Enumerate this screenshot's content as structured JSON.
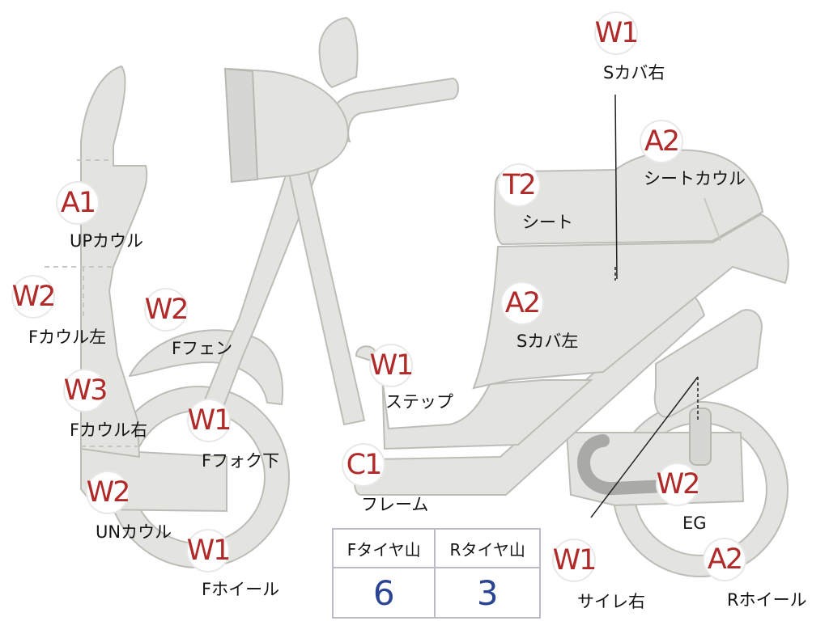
{
  "colors": {
    "grade": "#b02a2a",
    "tread_value": "#2b4393",
    "part_fill": "#e3e3df"
  },
  "parts": [
    {
      "grade": "A1",
      "name": "UPカウル"
    },
    {
      "grade": "W2",
      "name": "Fカウル左"
    },
    {
      "grade": "W3",
      "name": "Fカウル右"
    },
    {
      "grade": "W2",
      "name": "UNカウル"
    },
    {
      "grade": "W2",
      "name": "Fフェン"
    },
    {
      "grade": "W1",
      "name": "Fフォク下"
    },
    {
      "grade": "W1",
      "name": "Fホイール"
    },
    {
      "grade": "W1",
      "name": "ステップ"
    },
    {
      "grade": "C1",
      "name": "フレーム"
    },
    {
      "grade": "A2",
      "name": "Sカバ左"
    },
    {
      "grade": "T2",
      "name": "シート"
    },
    {
      "grade": "A2",
      "name": "シートカウル"
    },
    {
      "grade": "W1",
      "name": "Sカバ右"
    },
    {
      "grade": "W2",
      "name": "EG"
    },
    {
      "grade": "W1",
      "name": "サイレ右"
    },
    {
      "grade": "A2",
      "name": "Rホイール"
    }
  ],
  "tire_tread": {
    "headers": [
      "Fタイヤ山",
      "Rタイヤ山"
    ],
    "values": [
      "6",
      "3"
    ]
  }
}
